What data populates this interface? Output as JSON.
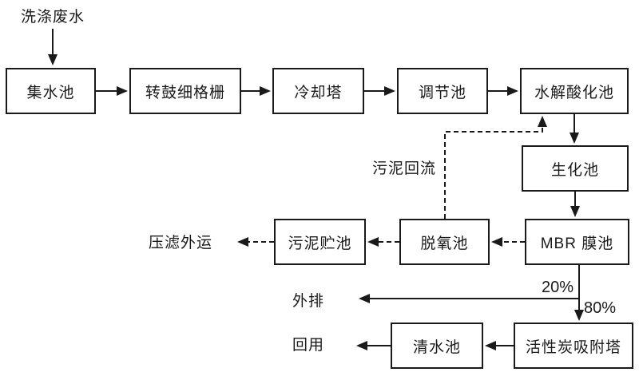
{
  "diagram": {
    "nodes": {
      "collection_tank": {
        "label": "集水池"
      },
      "drum_screen": {
        "label": "转鼓细格栅"
      },
      "cooling_tower": {
        "label": "冷却塔"
      },
      "regulating_tank": {
        "label": "调节池"
      },
      "hydrolysis_tank": {
        "label": "水解酸化池"
      },
      "biochemical_tank": {
        "label": "生化池"
      },
      "mbr_tank": {
        "label": "MBR 膜池"
      },
      "deoxygenation_tank": {
        "label": "脱氧池"
      },
      "sludge_storage_tank": {
        "label": "污泥贮池"
      },
      "carbon_tower": {
        "label": "活性炭吸附塔"
      },
      "clean_water_tank": {
        "label": "清水池"
      }
    },
    "labels": {
      "influent": "洗涤废水",
      "sludge_return": "污泥回流",
      "filter_press": "压滤外运",
      "discharge": "外排",
      "reuse": "回用",
      "pct20": "20%",
      "pct80": "80%"
    },
    "edges": [
      {
        "from": "洗涤废水",
        "to": "集水池",
        "style": "solid"
      },
      {
        "from": "集水池",
        "to": "转鼓细格栅",
        "style": "solid"
      },
      {
        "from": "转鼓细格栅",
        "to": "冷却塔",
        "style": "solid"
      },
      {
        "from": "冷却塔",
        "to": "调节池",
        "style": "solid"
      },
      {
        "from": "调节池",
        "to": "水解酸化池",
        "style": "solid"
      },
      {
        "from": "水解酸化池",
        "to": "生化池",
        "style": "solid"
      },
      {
        "from": "生化池",
        "to": "MBR 膜池",
        "style": "solid"
      },
      {
        "from": "MBR 膜池",
        "to": "外排",
        "style": "solid",
        "label": "20%"
      },
      {
        "from": "MBR 膜池",
        "to": "活性炭吸附塔",
        "style": "solid",
        "label": "80%"
      },
      {
        "from": "活性炭吸附塔",
        "to": "清水池",
        "style": "solid"
      },
      {
        "from": "清水池",
        "to": "回用",
        "style": "solid"
      },
      {
        "from": "MBR 膜池",
        "to": "脱氧池",
        "style": "dashed"
      },
      {
        "from": "脱氧池",
        "to": "污泥贮池",
        "style": "dashed"
      },
      {
        "from": "污泥贮池",
        "to": "压滤外运",
        "style": "dashed"
      },
      {
        "from": "脱氧池",
        "to": "水解酸化池",
        "style": "dashed",
        "label": "污泥回流"
      }
    ],
    "colors": {
      "line": "#1a1a1a",
      "box_border": "#1a1a1a",
      "text": "#1a1a1a",
      "background": "#ffffff"
    }
  }
}
